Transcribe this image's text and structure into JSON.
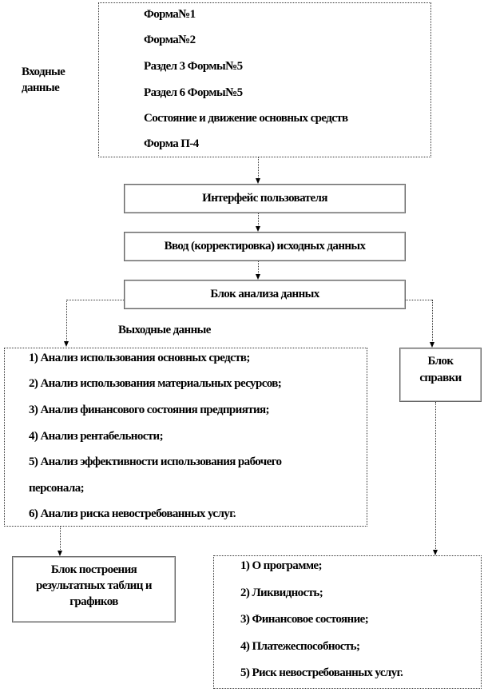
{
  "input": {
    "label": "Входные данные",
    "items": [
      "Форма№1",
      "Форма№2",
      "Раздел 3 Формы№5",
      "Раздел 6 Формы№5",
      "Состояние и движение основных средств",
      "Форма П-4"
    ]
  },
  "interface_block": "Интерфейс пользователя",
  "input_edit_block": "Ввод (корректировка) исходных данных",
  "analysis_block": "Блок анализа данных",
  "output": {
    "label": "Выходные данные",
    "items": [
      "1)  Анализ использования основных средств;",
      "2)  Анализ использования материальных ресурсов;",
      "3)  Анализ финансового состояния предприятия;",
      "4)  Анализ рентабельности;",
      "5)  Анализ  эффективности использования рабочего",
      "персонала;",
      "6)  Анализ риска невостребованных услуг."
    ]
  },
  "help_block": "Блок справки",
  "results_block": "Блок построения результатных таблиц и графиков",
  "help": {
    "items": [
      "1)  О программе;",
      "2)  Ликвидность;",
      "3)  Финансовое состояние;",
      "4)  Платежеспособность;",
      "5)  Риск невостребованных услуг."
    ]
  }
}
